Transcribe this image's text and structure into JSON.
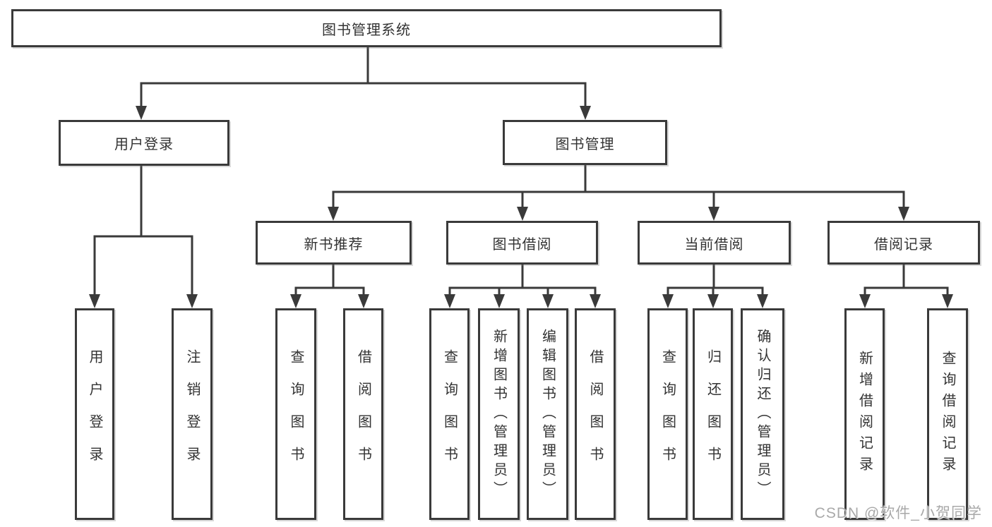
{
  "tree": {
    "root": {
      "label": "图书管理系统"
    },
    "branches": [
      {
        "label": "用户登录",
        "children": [
          {
            "label": "用户登录"
          },
          {
            "label": "注销登录"
          }
        ]
      },
      {
        "label": "图书管理",
        "children": [
          {
            "label": "新书推荐",
            "children": [
              {
                "label": "查询图书"
              },
              {
                "label": "借阅图书"
              }
            ]
          },
          {
            "label": "图书借阅",
            "children": [
              {
                "label": "查询图书"
              },
              {
                "label": "新增图书（管理员）"
              },
              {
                "label": "编辑图书（管理员）"
              },
              {
                "label": "借阅图书"
              }
            ]
          },
          {
            "label": "当前借阅",
            "children": [
              {
                "label": "查询图书"
              },
              {
                "label": "归还图书"
              },
              {
                "label": "确认归还（管理员）"
              }
            ]
          },
          {
            "label": "借阅记录",
            "children": [
              {
                "label": "新增借阅记录"
              },
              {
                "label": "查询借阅记录"
              }
            ]
          }
        ]
      }
    ]
  },
  "watermark": "CSDN @软件_小贺同学",
  "colors": {
    "line": "#3a3a3a",
    "box_border": "#3a3a3a",
    "box_fill": "#ffffff",
    "text": "#333333",
    "watermark": "#a9a9a9",
    "background": "#ffffff"
  }
}
